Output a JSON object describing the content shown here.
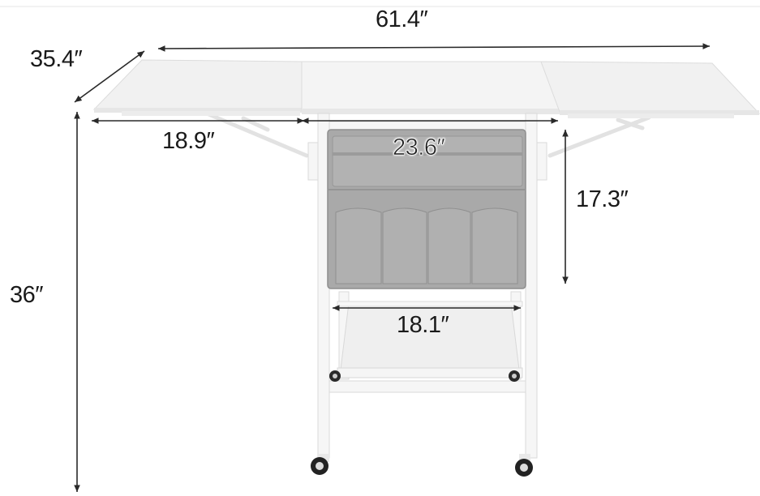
{
  "dimensions": {
    "total_length": "61.4″",
    "depth": "35.4″",
    "height": "36″",
    "leaf_width": "18.9″",
    "center_width": "23.6″",
    "bag_height": "17.3″",
    "shelf_width": "18.1″"
  },
  "colors": {
    "table_top": "#f1f1f1",
    "frame": "#f6f6f6",
    "bag": "#a9a9a9",
    "bag_dark": "#8e8e8e",
    "dimension_line": "#2a2a2a"
  }
}
